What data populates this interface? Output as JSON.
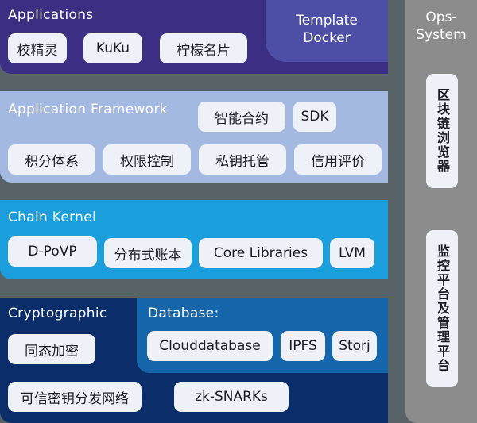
{
  "applications": {
    "title": "Applications",
    "items": [
      "校精灵",
      "KuKu",
      "柠檬名片"
    ],
    "template_docker_line1": "Template",
    "template_docker_line2": "Docker"
  },
  "framework": {
    "title": "Application Framework",
    "row1": [
      "智能合约",
      "SDK"
    ],
    "row2": [
      "积分体系",
      "权限控制",
      "私钥托管",
      "信用评价"
    ]
  },
  "kernel": {
    "title": "Chain Kernel",
    "items": [
      "D-PoVP",
      "分布式账本",
      "Core Libraries",
      "LVM"
    ]
  },
  "crypto": {
    "title": "Cryptographic",
    "items": [
      "同态加密",
      "可信密钥分发网络",
      "zk-SNARKs"
    ]
  },
  "database": {
    "title": "Database:",
    "items": [
      "Clouddatabase",
      "IPFS",
      "Storj"
    ]
  },
  "ops": {
    "title_line1": "Ops-",
    "title_line2": "System",
    "items": [
      "区块链浏览器",
      "监控平台及管理平台"
    ]
  },
  "colors": {
    "background": "#586368",
    "applications": "#3b2e83",
    "template_docker": "#4d4fa6",
    "framework": "#a3b9e2",
    "kernel": "#1a9fdc",
    "crypto": "#0b2e6b",
    "database": "#1566ab",
    "ops": "#8c8c8c",
    "chip": "#eef1f8"
  }
}
